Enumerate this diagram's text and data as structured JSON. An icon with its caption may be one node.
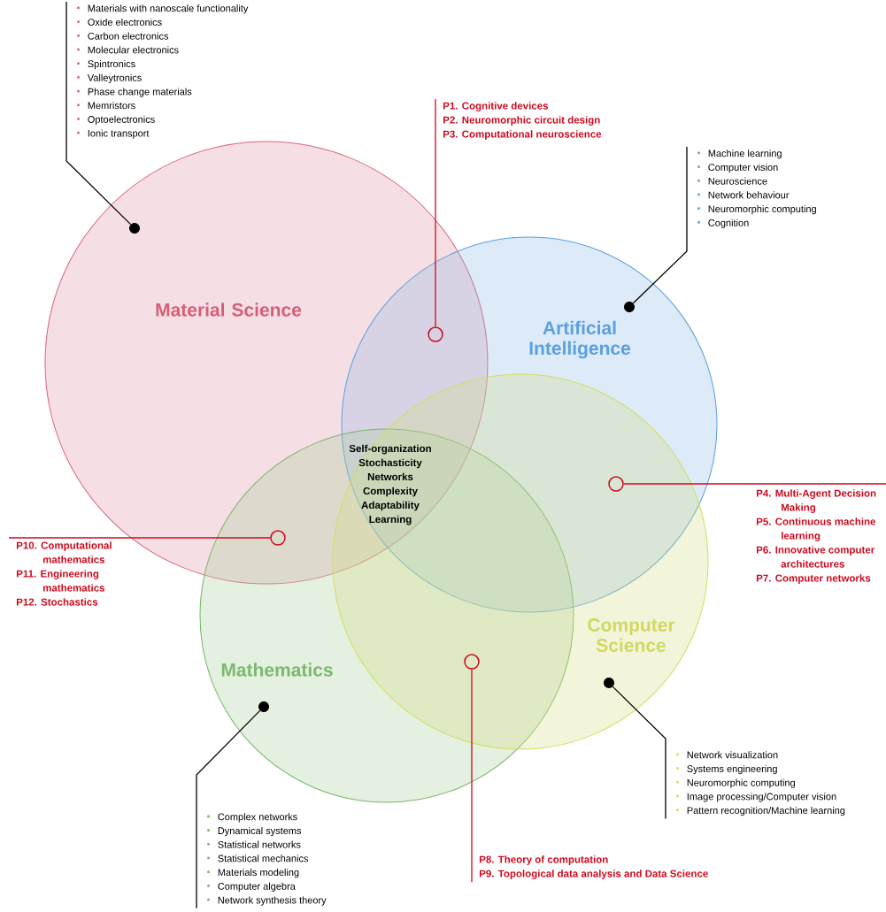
{
  "diagram": {
    "nodes": [
      {
        "text": [
          "Materials with nanoscale functionality",
          "Oxide electronics",
          "Carbon electronics",
          "Molecular electronics",
          "Spintronics",
          "Valleytronics",
          "Phase change materials",
          "Memristors",
          "Optoelectronics",
          "Ionic transport"
        ]
      },
      {
        "text": [
          "Material Science"
        ]
      },
      {
        "text": [],
        "shape": "circle",
        "in": 1
      },
      {
        "text": [
          "P1. Cognitive devices",
          "P2. Neuromorphic circuit design",
          "P3. Computational neuroscience"
        ]
      },
      {
        "text": [],
        "shape": "circle"
      },
      {
        "text": [
          "Machine learning",
          "Computer vision",
          "Neuroscience",
          "Network behaviour",
          "Neuromorphic computing",
          "Cognition"
        ]
      },
      {
        "text": [
          "Artificial Intelligence"
        ]
      },
      {
        "text": [],
        "shape": "circle",
        "in": 6
      },
      {
        "text": [],
        "shape": "circle"
      },
      {
        "text": [
          "P4. Multi-Agent Decision Making",
          "P5. Continuous machine learning",
          "P6. Innovative computer architectures",
          "P7. Computer networks"
        ]
      },
      {
        "text": [],
        "shape": "circle"
      },
      {
        "text": [
          "P10. Computational mathematics",
          "P11. Engineering mathematics",
          "P12. Stochastics"
        ]
      },
      {
        "text": [
          "Mathematics"
        ]
      },
      {
        "text": [],
        "shape": "circle",
        "in": 12
      },
      {
        "text": [
          "Computer Science"
        ]
      },
      {
        "text": [],
        "shape": "circle",
        "in": 14
      },
      {
        "text": [],
        "shape": "circle"
      },
      {
        "text": [
          "Network visualization",
          "Systems engineering",
          "Neuromorphic computing",
          "Image processing/Computer vision",
          "Pattern recognition/Machine learning"
        ]
      },
      {
        "text": [
          "Complex networks",
          "Dynamical systems",
          "Statistical networks",
          "Statistical mechanics",
          "Materials modeling",
          "Computer algebra",
          "Network synthesis theory"
        ]
      },
      {
        "text": [
          "P8. Theory of computation",
          "P9. Topological data analysis and Data Science"
        ]
      }
    ],
    "edges": [
      {
        "from": 0,
        "to": 2,
        "arrow": "none",
        "color": "#000000"
      },
      {
        "from": 3,
        "to": 4,
        "arrow": "none",
        "color": "#cc0a1e"
      },
      {
        "from": 5,
        "to": 7,
        "arrow": "none",
        "color": "#000000"
      },
      {
        "from": 9,
        "to": 8,
        "arrow": "none",
        "color": "#cc0a1e"
      },
      {
        "from": 11,
        "to": 10,
        "arrow": "none",
        "color": "#cc0a1e"
      },
      {
        "from": 18,
        "to": 13,
        "arrow": "none",
        "color": "#000000"
      },
      {
        "from": 17,
        "to": 15,
        "arrow": "none",
        "color": "#000000"
      },
      {
        "from": 19,
        "to": 16,
        "arrow": "none",
        "color": "#cc0a1e"
      }
    ],
    "labels": [
      "Self-organization",
      "Stochasticity",
      "Networks",
      "Complexity",
      "Adaptability",
      "Learning"
    ]
  }
}
